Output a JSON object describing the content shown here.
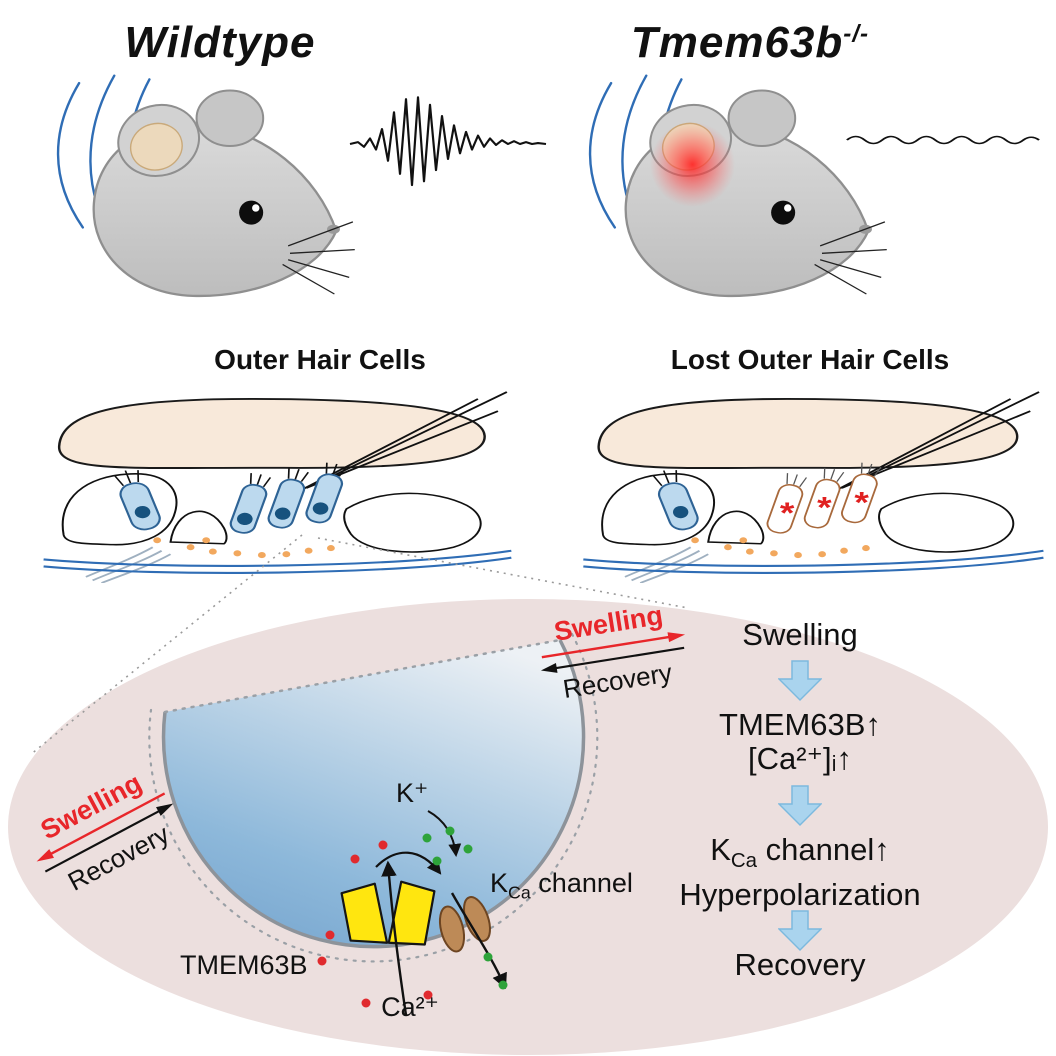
{
  "colors": {
    "accent_red": "#e8262a",
    "flow_arrow_fill": "#aad4ee",
    "cell_blue": "#7aa8d0",
    "ellipse_pink": "#ecdfde",
    "tmem_yellow": "#ffe60f",
    "kca_brown": "#bd8a57"
  },
  "header": {
    "wildtype_title": "Wildtype",
    "knockout_title_base": "Tmem63b",
    "knockout_title_sup": "-/-"
  },
  "sections": {
    "left_cells_label": "Outer Hair Cells",
    "right_cells_label": "Lost Outer Hair Cells",
    "lost_cell_marker": "*"
  },
  "mech": {
    "swelling_top": "Swelling",
    "recovery_top": "Recovery",
    "swelling_left": "Swelling",
    "recovery_left": "Recovery",
    "k_ion": "K⁺",
    "kca_base": "K",
    "kca_sub": "Ca",
    "kca_suffix": " channel",
    "tmem_label": "TMEM63B",
    "ca_ion": "Ca²⁺"
  },
  "flow": {
    "step1": "Swelling",
    "step2_line1": "TMEM63B↑",
    "step2_line2": "[Ca²⁺]ᵢ↑",
    "step3_base": "K",
    "step3_sub": "Ca",
    "step3_suffix": " channel↑",
    "step3_line2": "Hyperpolarization",
    "step4": "Recovery"
  }
}
